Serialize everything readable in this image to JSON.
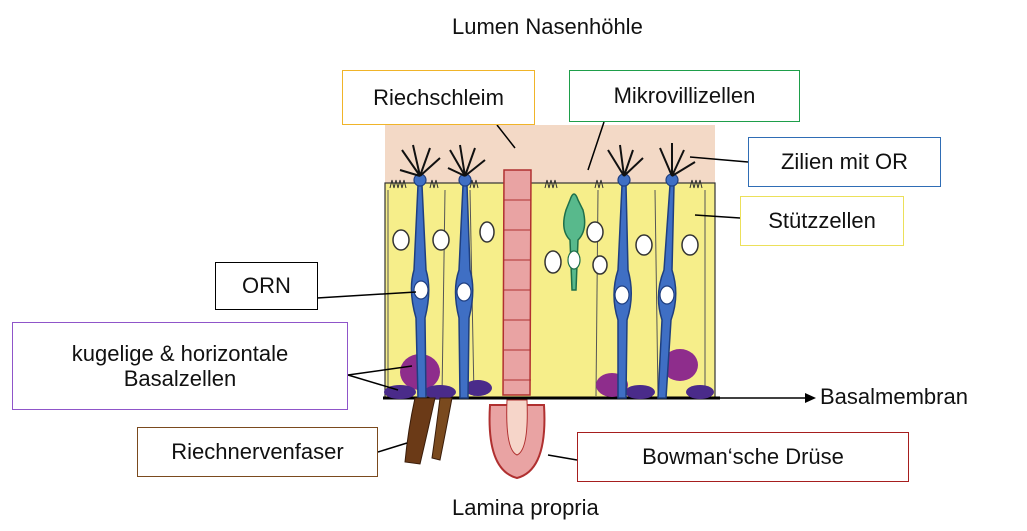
{
  "top_label": "Lumen Nasenhöhle",
  "bottom_label": "Lamina propria",
  "labels": {
    "riechschleim": "Riechschleim",
    "mikrovillizellen": "Mikrovillizellen",
    "zilien": "Zilien mit OR",
    "stuetzzellen": "Stützzellen",
    "orn": "ORN",
    "basalzellen_line1": "kugelige & horizontale",
    "basalzellen_line2": "Basalzellen",
    "basalmembran": "Basalmembran",
    "riechnervenfaser": "Riechnervenfaser",
    "bowman": "Bowman‘sche Drüse"
  },
  "colors": {
    "riechschleim": "#f0b429",
    "mikrovillizellen": "#1e9e4a",
    "zilien": "#2f6db5",
    "stuetzzellen": "#ece05a",
    "orn": "#000000",
    "basalzellen": "#8f55c9",
    "riechnervenfaser": "#7a4a1e",
    "bowman": "#a61e1e",
    "mucus": "#f3d9c6",
    "support_cell_fill": "#f6ee8a",
    "neuron_fill": "#3f6fc4",
    "microvillar_fill": "#58b98c",
    "gland_fill": "#e9a3a3",
    "basal_cell_fill": "#8e2d8c"
  }
}
